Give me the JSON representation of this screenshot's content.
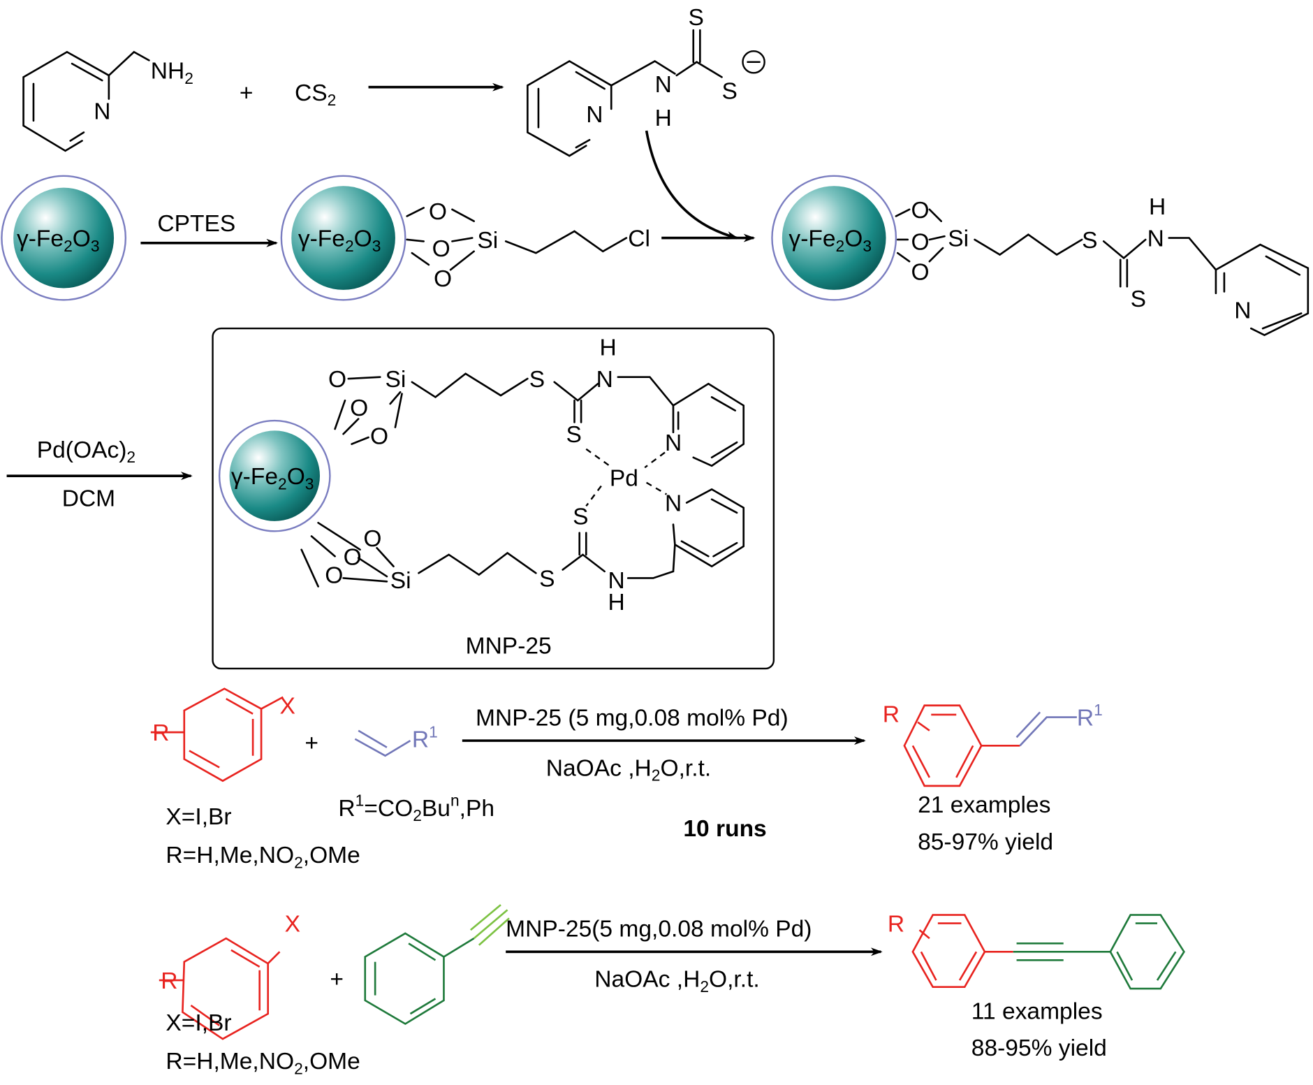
{
  "colors": {
    "aryl_halide": "#e8231f",
    "alkene": "#7277b8",
    "alkyne": "#1f7a3b",
    "alkyne_triple": "#7cc242",
    "nanoparticle": "#1a8a86",
    "shell": "#7a7dc0"
  },
  "step1": {
    "reactant_amine_label": "NH",
    "reactant_amine_sub": "2",
    "ring_N": "N",
    "plus": "+",
    "cs2_label": "CS",
    "cs2_sub": "2",
    "product_N": "N",
    "product_NH_N": "N",
    "product_NH_H": "H",
    "product_S_top": "S",
    "product_S_anion": "S",
    "charge": "−"
  },
  "step2": {
    "core_label_prefix": "γ-Fe",
    "core_sub1": "2",
    "core_mid": "O",
    "core_sub2": "3",
    "reagent": "CPTES",
    "O": "O",
    "Si": "Si",
    "Cl": "Cl"
  },
  "step3": {
    "S": "S",
    "N": "N",
    "H": "H",
    "S_thione": "S",
    "py_N": "N"
  },
  "step4": {
    "reagent_top": "Pd(OAc)",
    "reagent_top_sub": "2",
    "reagent_bottom": "DCM",
    "Pd": "Pd",
    "catalyst_name": "MNP-25"
  },
  "heck": {
    "X": "X",
    "R": "R",
    "plus": "+",
    "R1": "R",
    "R1_sup": "1",
    "conditions_top": "MNP-25 (5 mg,0.08 mol% Pd)",
    "conditions_bottom_a": "NaOAc ,H",
    "conditions_bottom_sub": "2",
    "conditions_bottom_b": "O,r.t.",
    "x_def": "X=I,Br",
    "r_def_a": "R=H,Me,NO",
    "r_def_sub": "2",
    "r_def_b": ",OMe",
    "r1_def_a": "R",
    "r1_def_sup": "1",
    "r1_def_b": "=CO",
    "r1_def_sub": "2",
    "r1_def_c": "Bu",
    "r1_def_sup2": "n",
    "r1_def_d": ",Ph",
    "runs": "10  runs",
    "examples": "21 examples",
    "yield": "85-97% yield"
  },
  "sonogashira": {
    "X": "X",
    "R": "R",
    "plus": "+",
    "conditions_top": "MNP-25(5 mg,0.08 mol% Pd)",
    "conditions_bottom_a": "NaOAc ,H",
    "conditions_bottom_sub": "2",
    "conditions_bottom_b": "O,r.t.",
    "x_def": "X=I,Br",
    "r_def_a": "R=H,Me,NO",
    "r_def_sub": "2",
    "r_def_b": ",OMe",
    "examples": "11 examples",
    "yield": "88-95% yield"
  }
}
